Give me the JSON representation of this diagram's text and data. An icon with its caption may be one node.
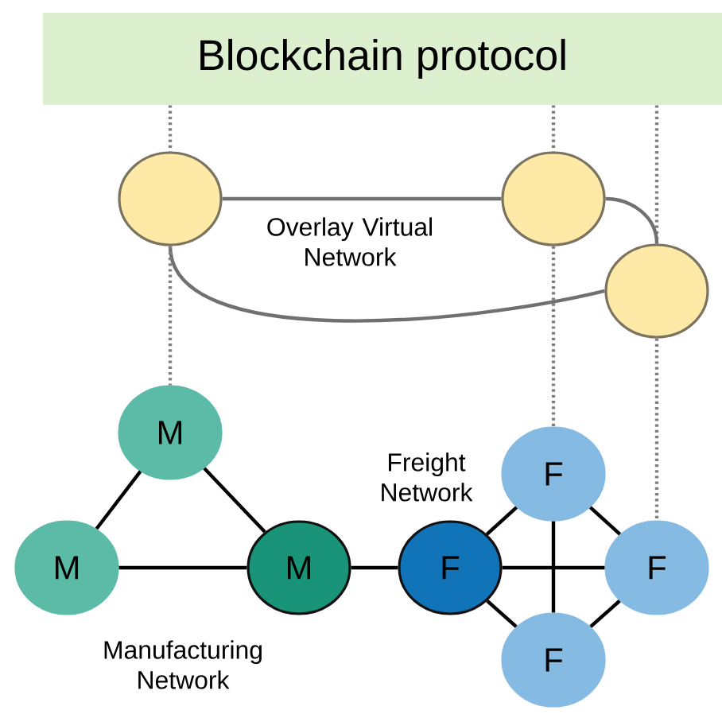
{
  "diagram": {
    "nodes": [
      {
        "text": [
          "Blockchain protocol"
        ]
      },
      {
        "text": [],
        "shape": "circle"
      },
      {
        "text": [],
        "shape": "circle"
      },
      {
        "text": [],
        "shape": "circle"
      },
      {
        "text": [
          "M"
        ]
      },
      {
        "text": [
          "F"
        ]
      },
      {
        "text": [
          "M"
        ]
      },
      {
        "text": [
          "M"
        ]
      },
      {
        "text": [
          "F"
        ]
      },
      {
        "text": [
          "F"
        ]
      },
      {
        "text": [
          "F"
        ]
      }
    ],
    "edges": [
      {
        "from": 0,
        "to": 1,
        "arrow": "none",
        "style": "dashed",
        "color": "#808080"
      },
      {
        "from": 0,
        "to": 2,
        "arrow": "none",
        "style": "dashed",
        "color": "#808080"
      },
      {
        "from": 0,
        "to": 3,
        "arrow": "none",
        "style": "dashed",
        "color": "#808080"
      },
      {
        "from": 1,
        "to": 2,
        "arrow": "none",
        "color": "#707070"
      },
      {
        "from": 2,
        "to": 3,
        "arrow": "none",
        "color": "#707070"
      },
      {
        "from": 1,
        "to": 3,
        "arrow": "none",
        "color": "#707070"
      },
      {
        "from": 1,
        "to": 4,
        "arrow": "none",
        "style": "dashed",
        "color": "#808080"
      },
      {
        "from": 2,
        "to": 5,
        "arrow": "none",
        "style": "dashed",
        "color": "#808080"
      },
      {
        "from": 3,
        "to": 9,
        "arrow": "none",
        "style": "dashed",
        "color": "#808080"
      },
      {
        "from": 4,
        "to": 6,
        "arrow": "none"
      },
      {
        "from": 4,
        "to": 7,
        "arrow": "none"
      },
      {
        "from": 6,
        "to": 7,
        "arrow": "none"
      },
      {
        "from": 7,
        "to": 8,
        "arrow": "none"
      },
      {
        "from": 8,
        "to": 5,
        "arrow": "none"
      },
      {
        "from": 8,
        "to": 9,
        "arrow": "none"
      },
      {
        "from": 8,
        "to": 10,
        "arrow": "none"
      },
      {
        "from": 5,
        "to": 9,
        "arrow": "none"
      },
      {
        "from": 5,
        "to": 10,
        "arrow": "none"
      },
      {
        "from": 9,
        "to": 10,
        "arrow": "none"
      }
    ],
    "labels": [
      "Overlay Virtual Network",
      "Freight Network",
      "Manufacturing Network"
    ]
  }
}
